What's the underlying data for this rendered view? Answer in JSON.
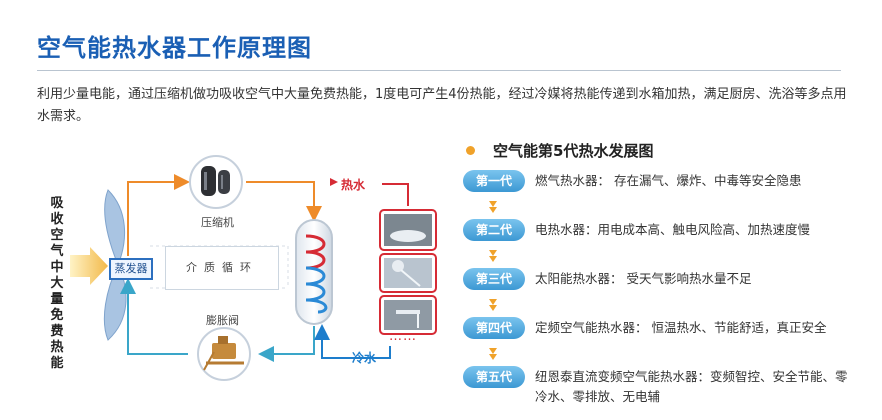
{
  "title": "空气能热水器工作原理图",
  "intro": "利用少量电能，通过压缩机做功吸收空气中大量免费热能，1度电可产生4份热能，经过冷媒将热能传递到水箱加热，满足厨房、洗浴等多点用水需求。",
  "diagram": {
    "side_text": "吸收空气中大量免费热能",
    "compressor_label": "压缩机",
    "evaporator_label": "蒸发器",
    "medium_label": "介质循环",
    "valve_label": "膨胀阀",
    "hot_water_label": "热水",
    "cold_water_label": "冷水",
    "more_dots": "……",
    "colors": {
      "hot": "#d62b35",
      "cold": "#1d7dcc",
      "flow_warm": "#ee8b2a",
      "flow_cool": "#3aa6c9"
    }
  },
  "generations": {
    "title": "空气能第5代热水发展图",
    "items": [
      {
        "badge": "第一代",
        "desc": "燃气热水器： 存在漏气、爆炸、中毒等安全隐患"
      },
      {
        "badge": "第二代",
        "desc": "电热水器：用电成本高、触电风险高、加热速度慢"
      },
      {
        "badge": "第三代",
        "desc": "太阳能热水器： 受天气影响热水量不足"
      },
      {
        "badge": "第四代",
        "desc": "定频空气能热水器： 恒温热水、节能舒适，真正安全"
      },
      {
        "badge": "第五代",
        "desc": "纽恩泰直流变频空气能热水器：变频智控、安全节能、零冷水、零排放、无电辅"
      }
    ]
  }
}
